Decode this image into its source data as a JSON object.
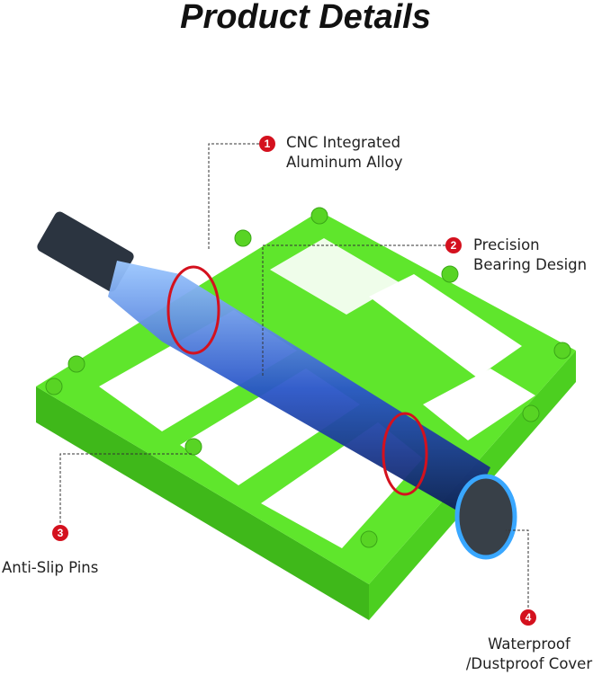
{
  "title": "Product Details",
  "colors": {
    "pedal": "#5fe62c",
    "accent": "#d4111e",
    "axle": "#2a56c8"
  },
  "callouts": [
    {
      "number": "1",
      "line1": "CNC Integrated",
      "line2": "Aluminum Alloy"
    },
    {
      "number": "2",
      "line1": "Precision",
      "line2": "Bearing Design"
    },
    {
      "number": "3",
      "line1": "Anti-Slip Pins"
    },
    {
      "number": "4",
      "line1": "Waterproof",
      "line2": "/Dustproof Cover"
    }
  ]
}
